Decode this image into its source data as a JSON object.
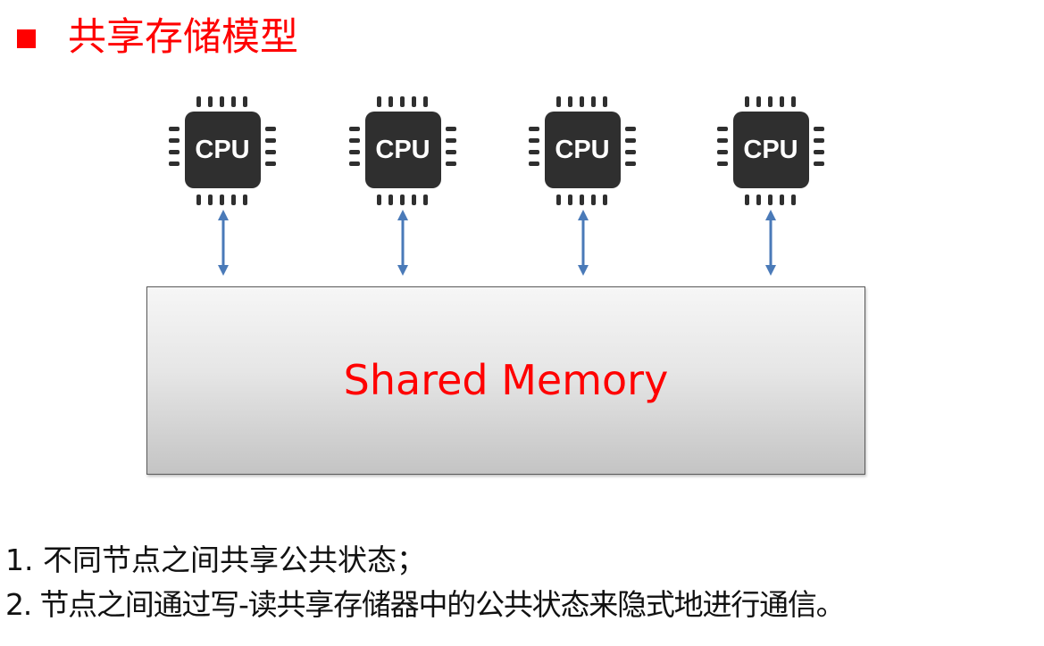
{
  "header": {
    "title": "共享存储模型",
    "bullet_color": "#ff0000"
  },
  "cpus": [
    {
      "label": "CPU"
    },
    {
      "label": "CPU"
    },
    {
      "label": "CPU"
    },
    {
      "label": "CPU"
    }
  ],
  "memory": {
    "label": "Shared Memory",
    "label_color": "#ff0000"
  },
  "notes": [
    "1. 不同节点之间共享公共状态；",
    "2. 节点之间通过写-读共享存储器中的公共状态来隐式地进行通信。"
  ],
  "colors": {
    "chip": "#2f2f2f",
    "arrow": "#4a7ab8"
  }
}
